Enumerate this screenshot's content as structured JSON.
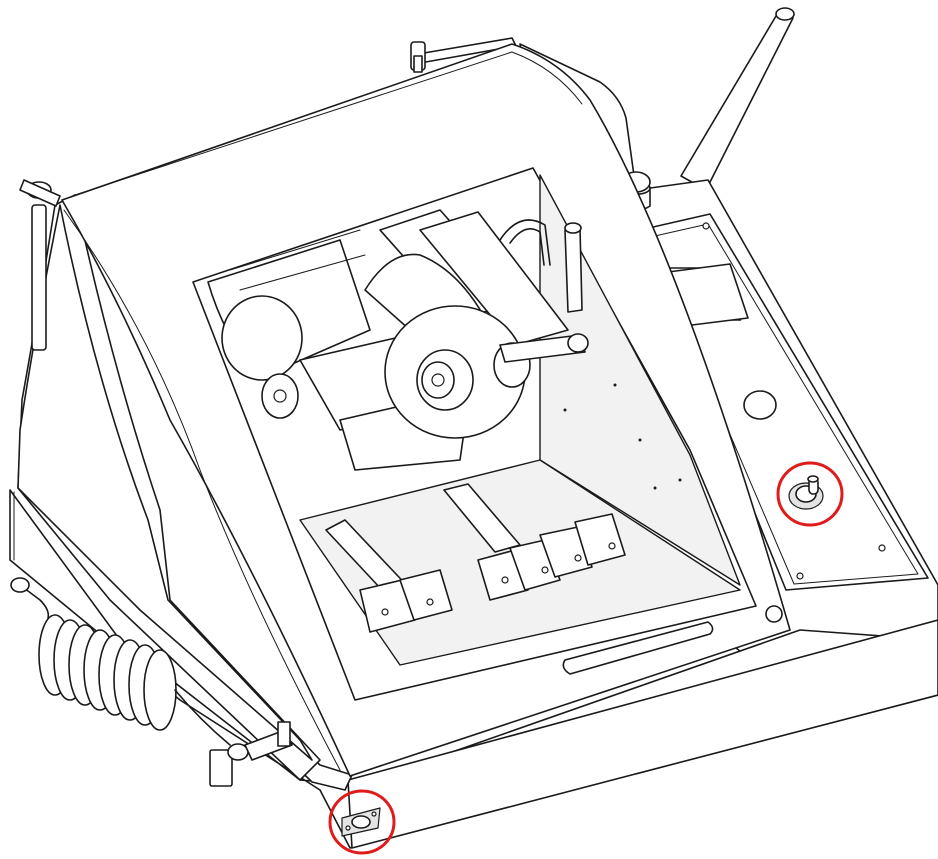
{
  "figure": {
    "subject": "abrasive-cutoff-machine",
    "view": "isometric-line-drawing",
    "colors": {
      "line": "#1a1a1a",
      "background": "#ffffff",
      "highlight": "#e01b1b"
    },
    "highlights": [
      {
        "name": "control-panel-knob-highlight"
      },
      {
        "name": "base-front-connector-highlight"
      }
    ]
  }
}
